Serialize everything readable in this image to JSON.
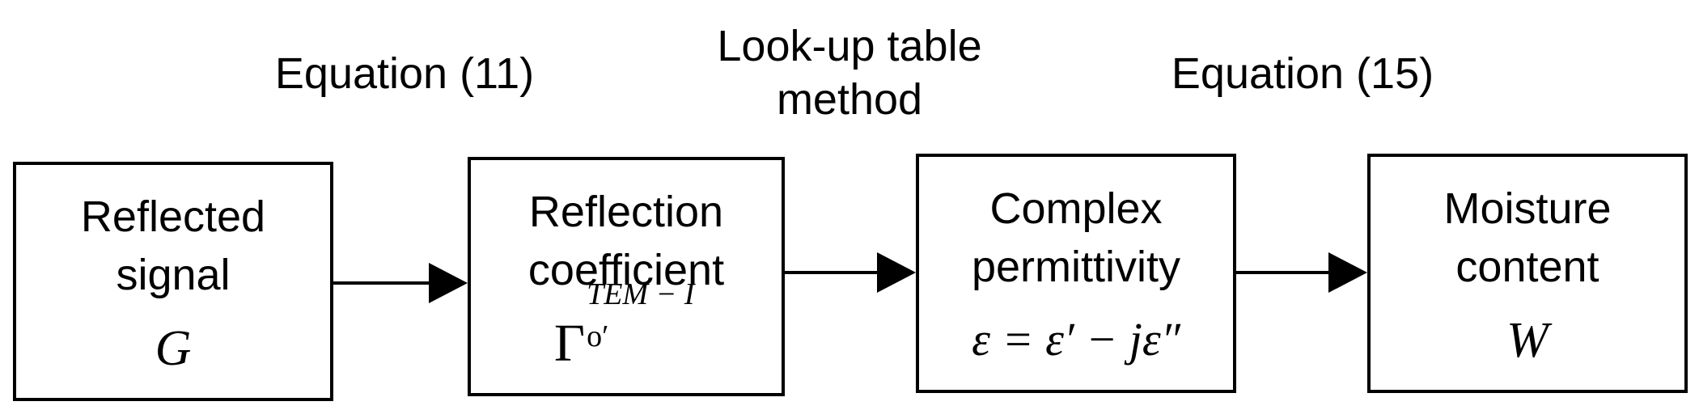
{
  "diagram": {
    "edge_labels": [
      {
        "lines": [
          "Equation (11)"
        ]
      },
      {
        "lines": [
          "Look-up table",
          "method"
        ]
      },
      {
        "lines": [
          "Equation (15)"
        ]
      }
    ],
    "nodes": [
      {
        "lines": [
          "Reflected",
          "signal"
        ],
        "symbol": "G"
      },
      {
        "lines": [
          "Reflection",
          "coefficient"
        ],
        "symbol_main": "Γ",
        "symbol_sup": "TEM − I",
        "symbol_sub": "o′"
      },
      {
        "lines": [
          "Complex",
          "permittivity"
        ],
        "symbol": "ε = ε′ − jε″"
      },
      {
        "lines": [
          "Moisture",
          "content"
        ],
        "symbol": "W"
      }
    ]
  }
}
